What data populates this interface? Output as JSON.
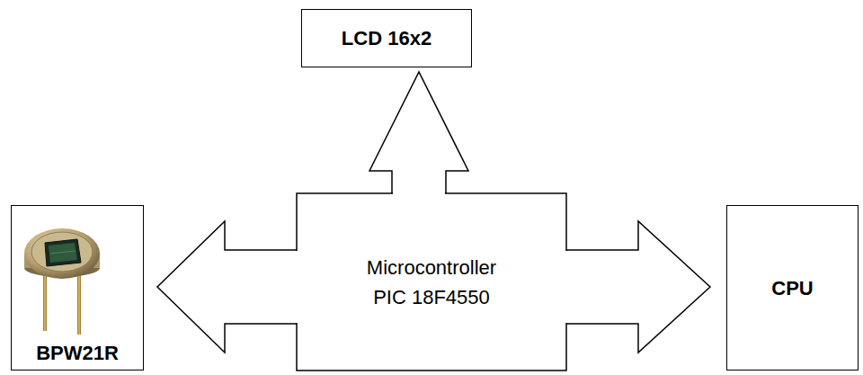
{
  "diagram": {
    "nodes": [
      {
        "text": [
          "LCD 16x2"
        ]
      },
      {
        "text": [
          "BPW21R"
        ]
      },
      {
        "text": [
          "Microcontroller PIC 18F4550"
        ]
      },
      {
        "text": [
          "CPU"
        ]
      }
    ],
    "edges": [
      {
        "from": 2,
        "to": 0,
        "arrow": "to"
      },
      {
        "from": 2,
        "to": 1,
        "arrow": "to"
      },
      {
        "from": 2,
        "to": 3,
        "arrow": "to"
      }
    ]
  }
}
